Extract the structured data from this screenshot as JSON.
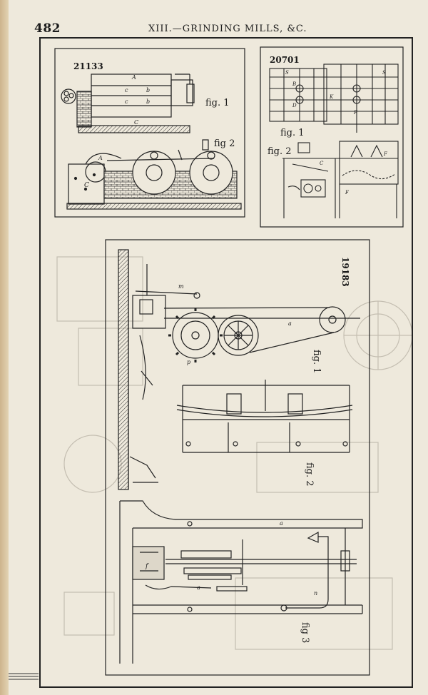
{
  "header": {
    "page_number": "482",
    "running_title": "XIII.—GRINDING MILLS, &C."
  },
  "patents": [
    {
      "number": "21133",
      "figures": [
        "fig. 1",
        "fig 2"
      ]
    },
    {
      "number": "20701",
      "figures": [
        "fig. 1",
        "fig. 2"
      ]
    },
    {
      "number": "19183",
      "figures": [
        "fig. 1",
        "fig. 2",
        "fig 3"
      ]
    }
  ],
  "colors": {
    "ink": "#222222",
    "paper": "#eee9dc",
    "bleed": "#b9b3a6"
  }
}
